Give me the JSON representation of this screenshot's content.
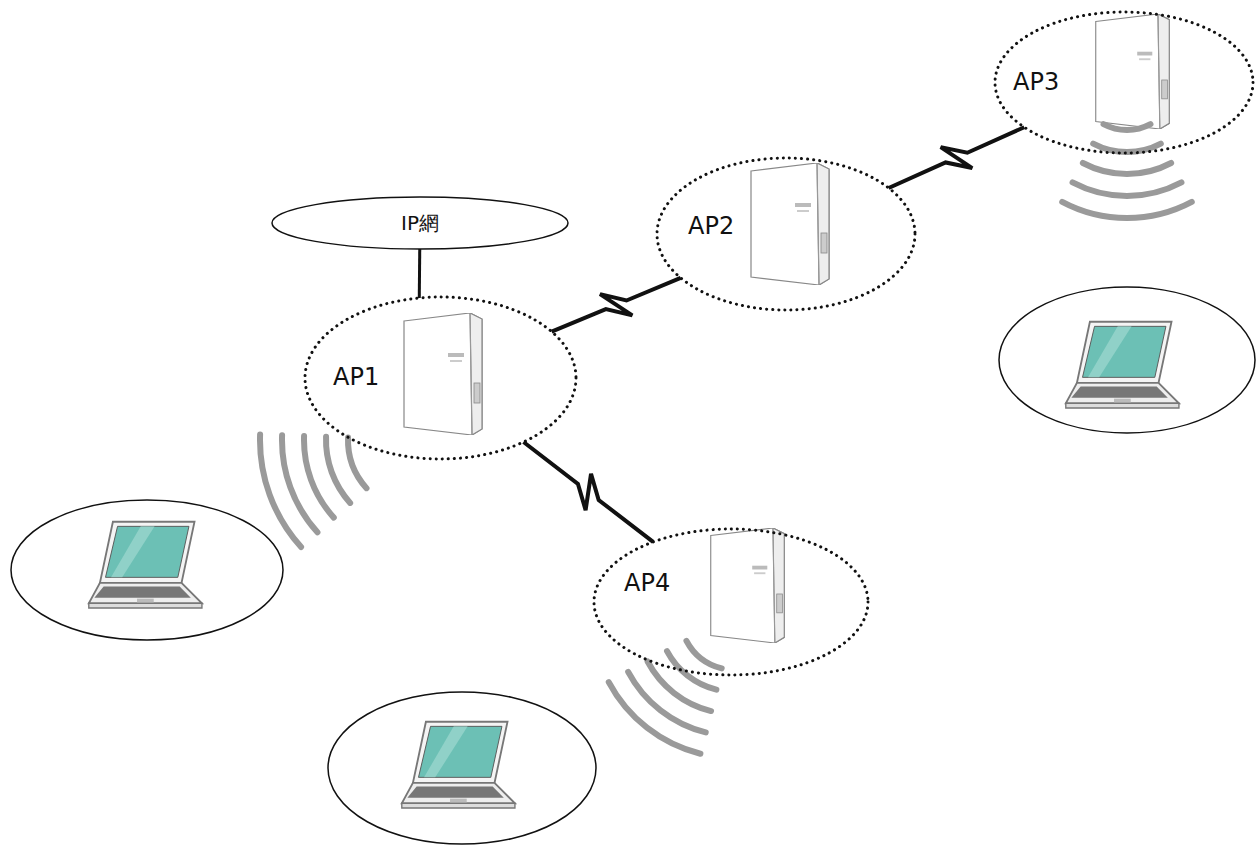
{
  "diagram": {
    "nodes": [
      {
        "text": [
          "IP網"
        ]
      },
      {
        "text": [
          "AP1"
        ]
      },
      {
        "text": [
          "AP2"
        ]
      },
      {
        "text": [
          "AP3"
        ]
      },
      {
        "text": [
          "AP4"
        ]
      }
    ],
    "edges": [
      {
        "from": 0,
        "to": 1,
        "arrow": "none"
      },
      {
        "from": 1,
        "to": 2,
        "arrow": "none"
      },
      {
        "from": 2,
        "to": 3,
        "arrow": "none"
      },
      {
        "from": 1,
        "to": 4,
        "arrow": "none"
      }
    ]
  }
}
